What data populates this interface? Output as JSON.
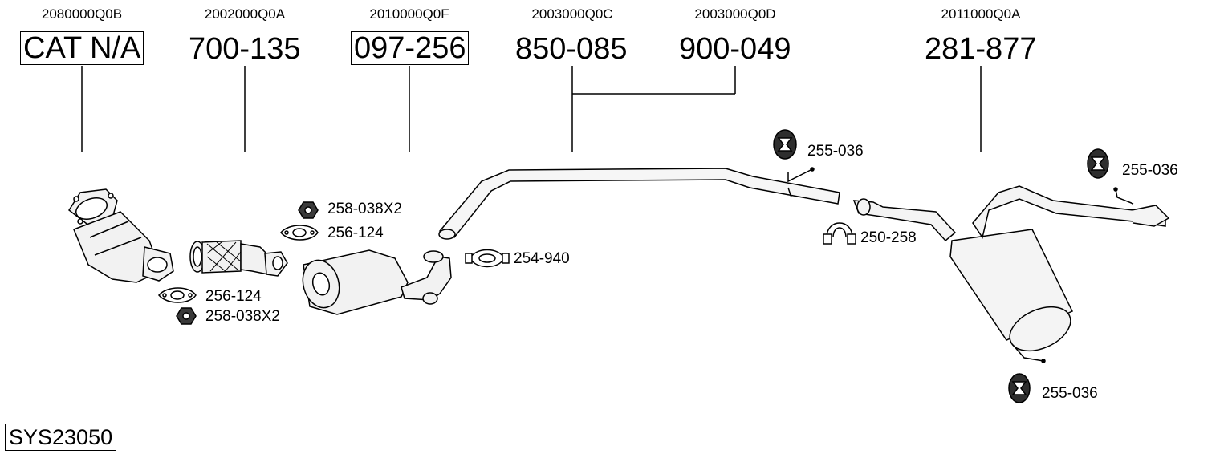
{
  "system_code": "SYS23050",
  "parts": [
    {
      "code": "2080000Q0B",
      "number": "CAT N/A",
      "boxed": true
    },
    {
      "code": "2002000Q0A",
      "number": "700-135",
      "boxed": false
    },
    {
      "code": "2010000Q0F",
      "number": "097-256",
      "boxed": true
    },
    {
      "code": "2003000Q0C",
      "number": "850-085",
      "boxed": false
    },
    {
      "code": "2003000Q0D",
      "number": "900-049",
      "boxed": false
    },
    {
      "code": "2011000Q0A",
      "number": "281-877",
      "boxed": false
    }
  ],
  "fittings": {
    "nut_front_top": "258-038X2",
    "gasket_front_top": "256-124",
    "gasket_front_bottom": "256-124",
    "nut_front_bottom": "258-038X2",
    "clamp_mid": "254-940",
    "hanger_mid": "255-036",
    "clamp_rear": "250-258",
    "hanger_rear_top": "255-036",
    "hanger_rear_bottom": "255-036"
  }
}
